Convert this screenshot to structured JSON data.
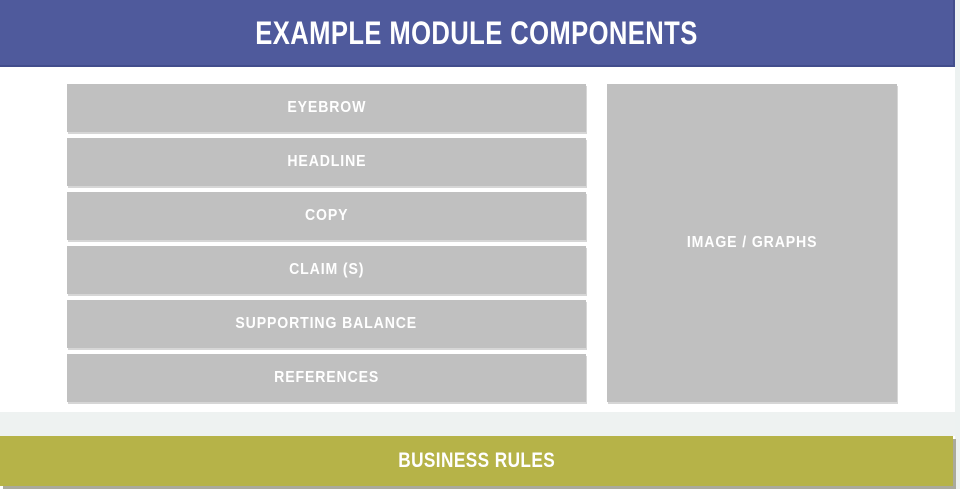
{
  "header": {
    "title": "EXAMPLE MODULE COMPONENTS"
  },
  "components": [
    {
      "label": "EYEBROW"
    },
    {
      "label": "HEADLINE"
    },
    {
      "label": "COPY"
    },
    {
      "label": "CLAIM (S)"
    },
    {
      "label": "SUPPORTING BALANCE"
    },
    {
      "label": "REFERENCES"
    }
  ],
  "media_panel": {
    "label": "IMAGE / GRAPHS"
  },
  "footer": {
    "label": "BUSINESS RULES"
  },
  "colors": {
    "header_background": "#4f5a9c",
    "header_border": "#424d8c",
    "component_box": "#c0c0c0",
    "substrip": "#eef2f1",
    "footer_background": "#b6b348",
    "label_text": "#ffffff"
  }
}
